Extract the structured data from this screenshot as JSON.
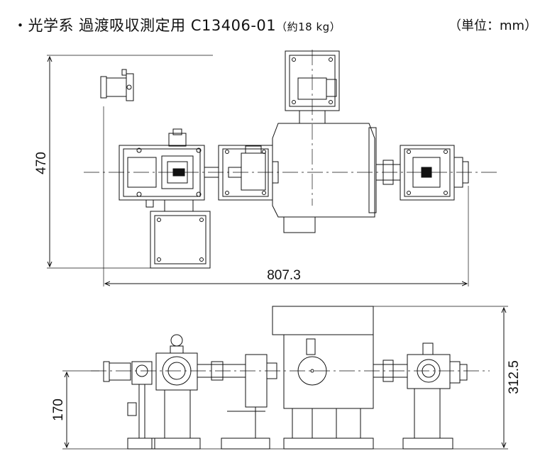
{
  "title": {
    "main": "・光学系 過渡吸収測定用 C13406-01",
    "weight": "（約18 kg）"
  },
  "unit": "（単位：mm）",
  "top_view": {
    "height_dim": "470",
    "width_dim": "807.3"
  },
  "side_view": {
    "axis_height_dim": "170",
    "total_height_dim": "312.5"
  }
}
